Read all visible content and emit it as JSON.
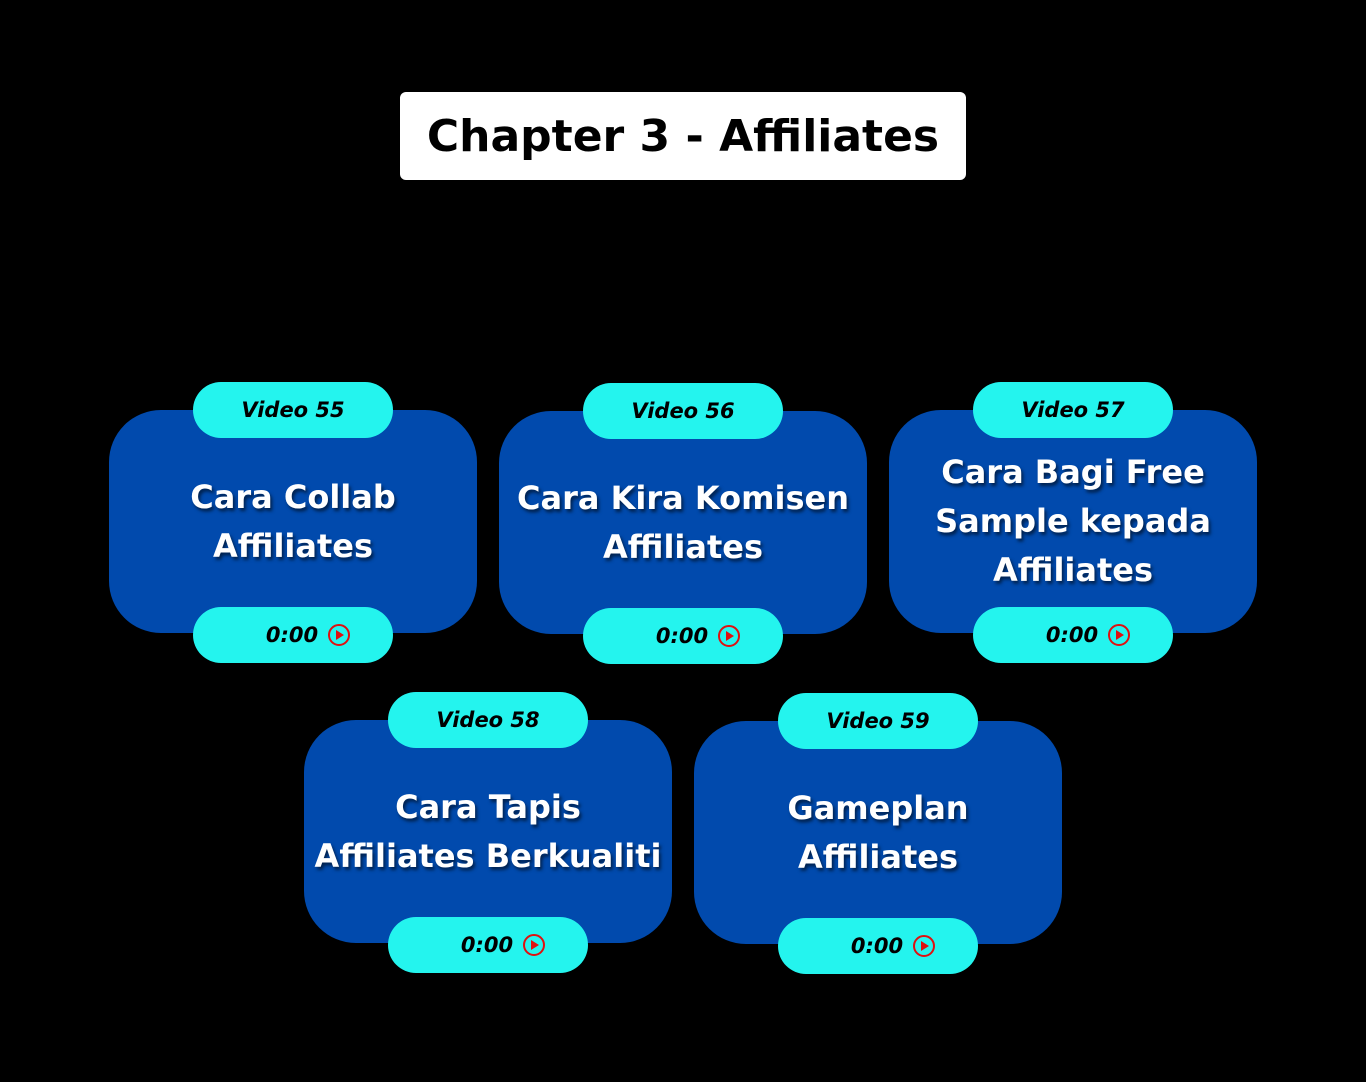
{
  "title": "Chapter 3 - Affiliates",
  "videos": [
    {
      "label": "Video 55",
      "title": "Cara Collab Affiliates",
      "duration": "0:00"
    },
    {
      "label": "Video 56",
      "title": "Cara Kira Komisen Affiliates",
      "duration": "0:00"
    },
    {
      "label": "Video 57",
      "title": "Cara Bagi Free Sample kepada Affiliates",
      "duration": "0:00"
    },
    {
      "label": "Video 58",
      "title": "Cara Tapis Affiliates Berkualiti",
      "duration": "0:00"
    },
    {
      "label": "Video 59",
      "title": "Gameplan Affiliates",
      "duration": "0:00"
    }
  ],
  "colors": {
    "card": "#014aad",
    "pill": "#24f4ee",
    "play": "#e01010"
  }
}
